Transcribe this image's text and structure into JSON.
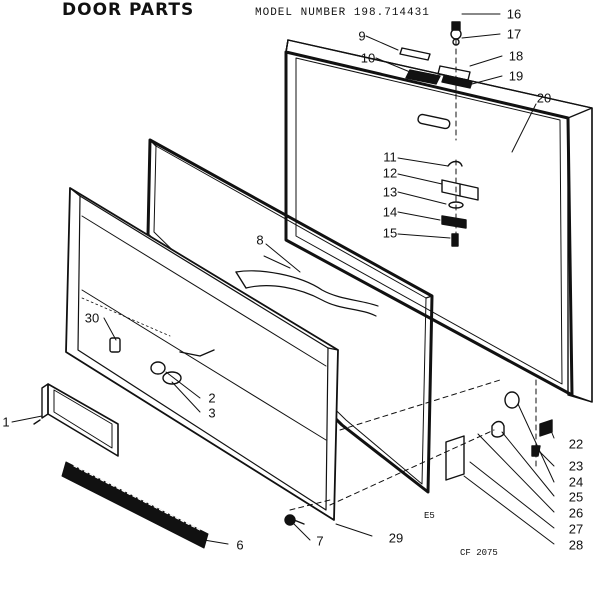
{
  "header": {
    "title": "DOOR PARTS",
    "model_number": "MODEL NUMBER 198.714431"
  },
  "codes": {
    "section": "E5",
    "figure": "CF 2075"
  },
  "callouts": [
    "1",
    "2",
    "3",
    "6",
    "7",
    "8",
    "9",
    "10",
    "11",
    "12",
    "13",
    "14",
    "15",
    "16",
    "17",
    "18",
    "19",
    "20",
    "22",
    "23",
    "24",
    "25",
    "26",
    "27",
    "28",
    "29",
    "30"
  ],
  "colors": {
    "ink": "#111111",
    "paper": "#ffffff"
  }
}
